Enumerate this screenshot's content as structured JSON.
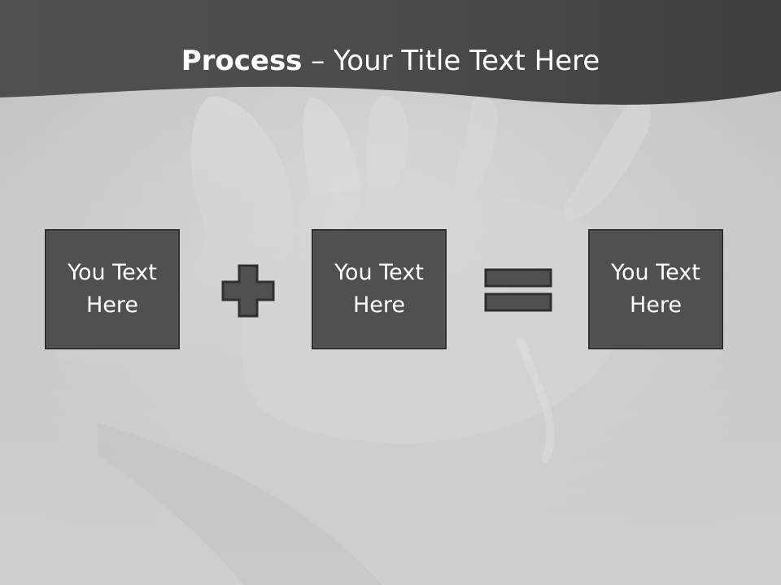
{
  "title": {
    "bold": "Process",
    "rest": " – Your Title Text Here"
  },
  "boxes": [
    {
      "text": "You Text Here"
    },
    {
      "text": "You Text Here"
    },
    {
      "text": "You Text Here"
    }
  ],
  "colors": {
    "title_band": "#474747",
    "box_fill": "#505050",
    "box_border": "#2f2f2f",
    "background": "#c8c8c8",
    "text": "#ffffff"
  },
  "icons": {
    "operator_1": "plus-icon",
    "operator_2": "equals-icon"
  }
}
